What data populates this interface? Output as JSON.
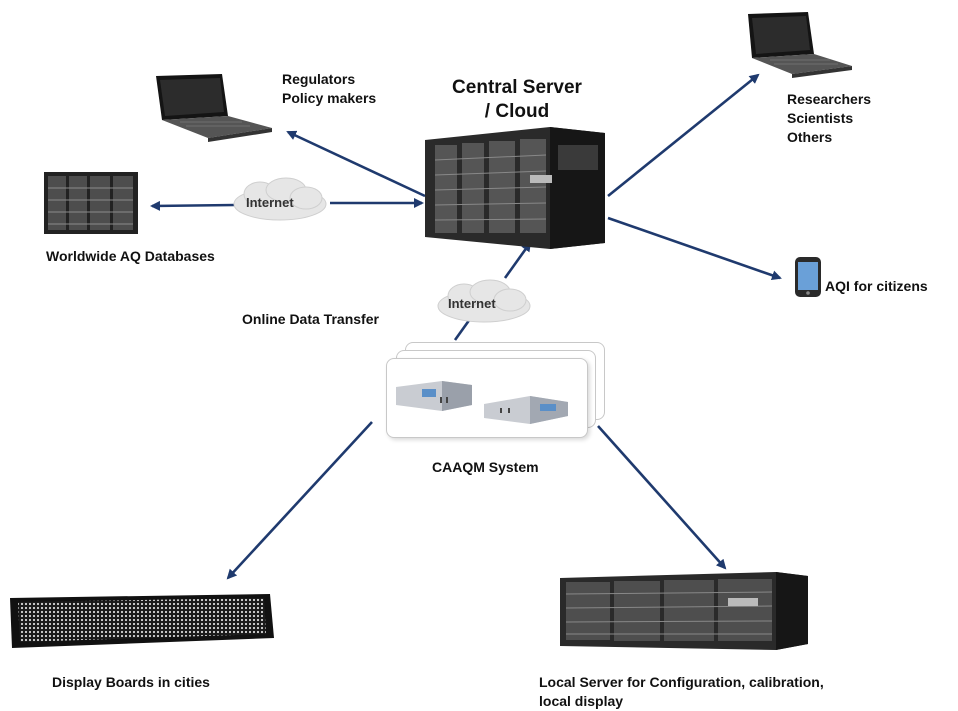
{
  "nodes": {
    "central_server_label": "Central Server\n/ Cloud",
    "regulators_label": "Regulators\nPolicy makers",
    "researchers_label": "Researchers\nScientists\nOthers",
    "worldwide_db_label": "Worldwide AQ Databases",
    "aqi_label": "AQI for citizens",
    "online_transfer_label": "Online Data Transfer",
    "caaqm_label": "CAAQM System",
    "display_boards_label": "Display Boards in cities",
    "local_server_label": "Local Server for Configuration, calibration,\nlocal display"
  },
  "clouds": {
    "upper_cloud_text": "Internet",
    "lower_cloud_text": "Internet"
  },
  "colors": {
    "arrow": "#1f3a6e",
    "cloud": "#e6e6e6",
    "server_dark": "#1c1c1c",
    "text": "#111111"
  },
  "icons": {
    "central_server": "server-rack-icon",
    "laptop": "laptop-icon",
    "phone": "smartphone-icon",
    "display_board": "led-display-board-icon",
    "analyzer": "analyzer-instrument-icon"
  }
}
